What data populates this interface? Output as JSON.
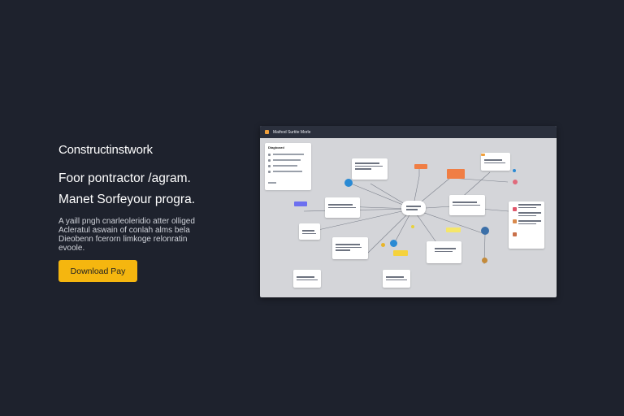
{
  "hero": {
    "brand": "Constructinstwork",
    "headline_line1": "Foor pontractor /agram.",
    "headline_line2": "Manet Sorfeyour progra.",
    "description": "A yaill pngh cnarleoleridio atter olliged Acleratul aswain of conlah alms bela Dieobenn fcerorn limkoge relonratin evoole.",
    "cta_label": "Download Pay"
  },
  "app_window": {
    "title": "Mathod Surtite Morle",
    "side_panel_title": "Diagboard"
  },
  "colors": {
    "background": "#1e222d",
    "accent": "#f5b60f",
    "canvas": "#d4d5d9",
    "edge": "#7a7f8a"
  }
}
